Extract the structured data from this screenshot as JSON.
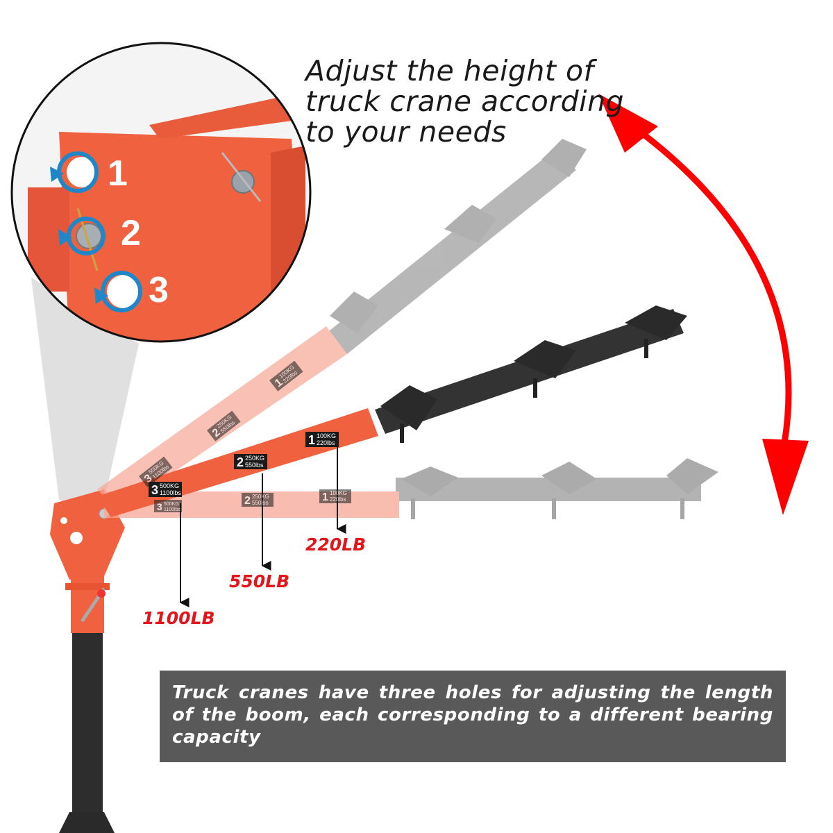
{
  "headline": {
    "lines": [
      "Adjust the height of",
      "truck crane according",
      "to your needs"
    ]
  },
  "zoom_inset": {
    "hole_numbers": [
      "1",
      "2",
      "3"
    ]
  },
  "boom_labels": {
    "position_low": [
      {
        "num": "3",
        "kg": "500KG",
        "lbs": "1100lbs"
      },
      {
        "num": "2",
        "kg": "250KG",
        "lbs": "550lbs"
      },
      {
        "num": "1",
        "kg": "100KG",
        "lbs": "220lbs"
      }
    ],
    "position_mid": [
      {
        "num": "3",
        "kg": "500KG",
        "lbs": "1100lbs"
      },
      {
        "num": "2",
        "kg": "250KG",
        "lbs": "550lbs"
      },
      {
        "num": "1",
        "kg": "100KG",
        "lbs": "220lbs"
      }
    ],
    "position_high": [
      {
        "num": "3",
        "kg": "500KG",
        "lbs": "1100lbs"
      },
      {
        "num": "2",
        "kg": "250KG",
        "lbs": "550lbs"
      },
      {
        "num": "1",
        "kg": "100KG",
        "lbs": "220lbs"
      }
    ]
  },
  "capacities": {
    "c1": "220LB",
    "c2": "550LB",
    "c3": "1100LB"
  },
  "caption": {
    "text": "Truck cranes have three holes for adjusting the length of the boom, each corresponding to a different bearing capacity"
  },
  "colors": {
    "crane_orange": "#f0613f",
    "crane_orange_faded": "#f6a795",
    "extension_dark": "#333333",
    "arrow_red": "#ff0000",
    "hole_marker_blue": "#1f87c8",
    "caption_bg": "#595959",
    "label_red": "#e2151b"
  },
  "icons": [
    "adjust-arrow-icon",
    "rotate-arrow-icon",
    "down-arrow-icon"
  ]
}
